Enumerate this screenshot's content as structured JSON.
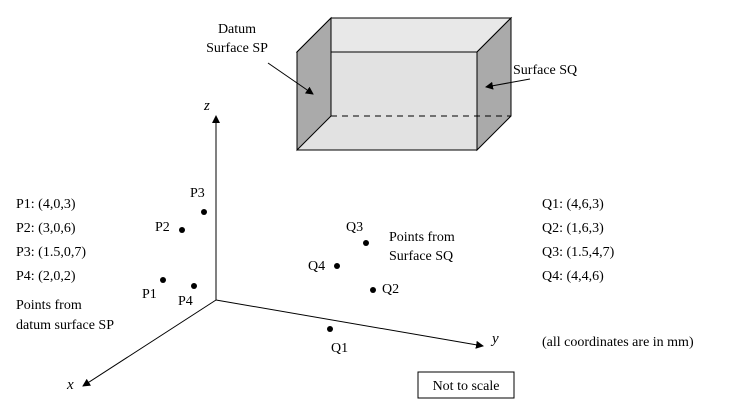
{
  "box_labels": {
    "datum_surface_line1": "Datum",
    "datum_surface_line2": "Surface SP",
    "surface_sq": "Surface SQ"
  },
  "axes": {
    "x": "x",
    "y": "y",
    "z": "z"
  },
  "p_points": [
    {
      "label": "P1",
      "coords": "(4,0,3)"
    },
    {
      "label": "P2",
      "coords": "(3,0,6)"
    },
    {
      "label": "P3",
      "coords": "(1.5,0,7)"
    },
    {
      "label": "P4",
      "coords": "(2,0,2)"
    }
  ],
  "q_points": [
    {
      "label": "Q1",
      "coords": "(4,6,3)"
    },
    {
      "label": "Q2",
      "coords": "(1,6,3)"
    },
    {
      "label": "Q3",
      "coords": "(1.5,4,7)"
    },
    {
      "label": "Q4",
      "coords": "(4,4,6)"
    }
  ],
  "list_separator": ": ",
  "p_group_caption": {
    "line1": "Points from",
    "line2": "datum surface SP"
  },
  "q_group_caption": {
    "line1": "Points from",
    "line2": "Surface SQ"
  },
  "units_note": "(all coordinates are in mm)",
  "scale_note": "Not to scale",
  "colors": {
    "box_fill": "#e2e2e2",
    "side_face_fill": "#aaaaaa",
    "line": "#000000",
    "background": "#ffffff"
  }
}
